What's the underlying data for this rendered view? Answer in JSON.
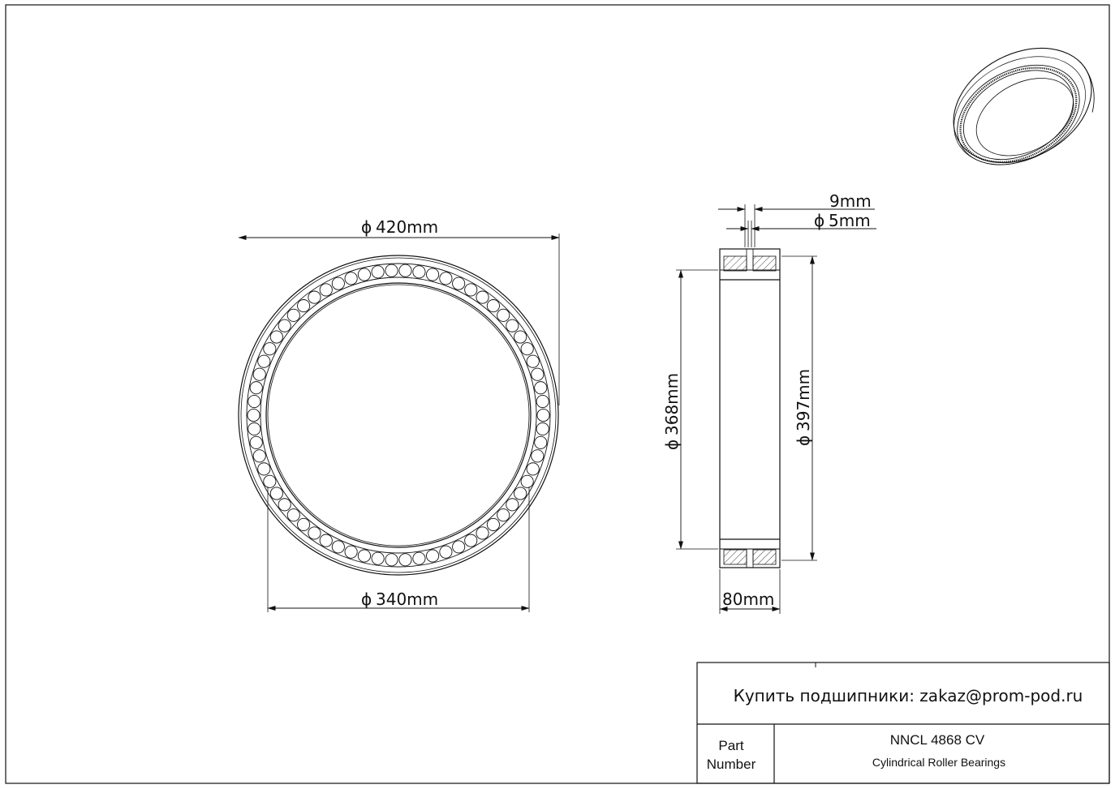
{
  "dimensions": {
    "outer_diameter": "420mm",
    "inner_diameter": "340mm",
    "width": "80mm",
    "d1": "368mm",
    "d2": "397mm",
    "groove_width": "9mm",
    "hole_diameter": "5mm",
    "diameter_symbol": "ϕ"
  },
  "title_block": {
    "order_text": "Купить подшипники: zakaz@prom-pod.ru",
    "part_label_line1": "Part",
    "part_label_line2": "Number",
    "part_number": "NNCL 4868 CV",
    "part_description": "Cylindrical Roller Bearings"
  }
}
